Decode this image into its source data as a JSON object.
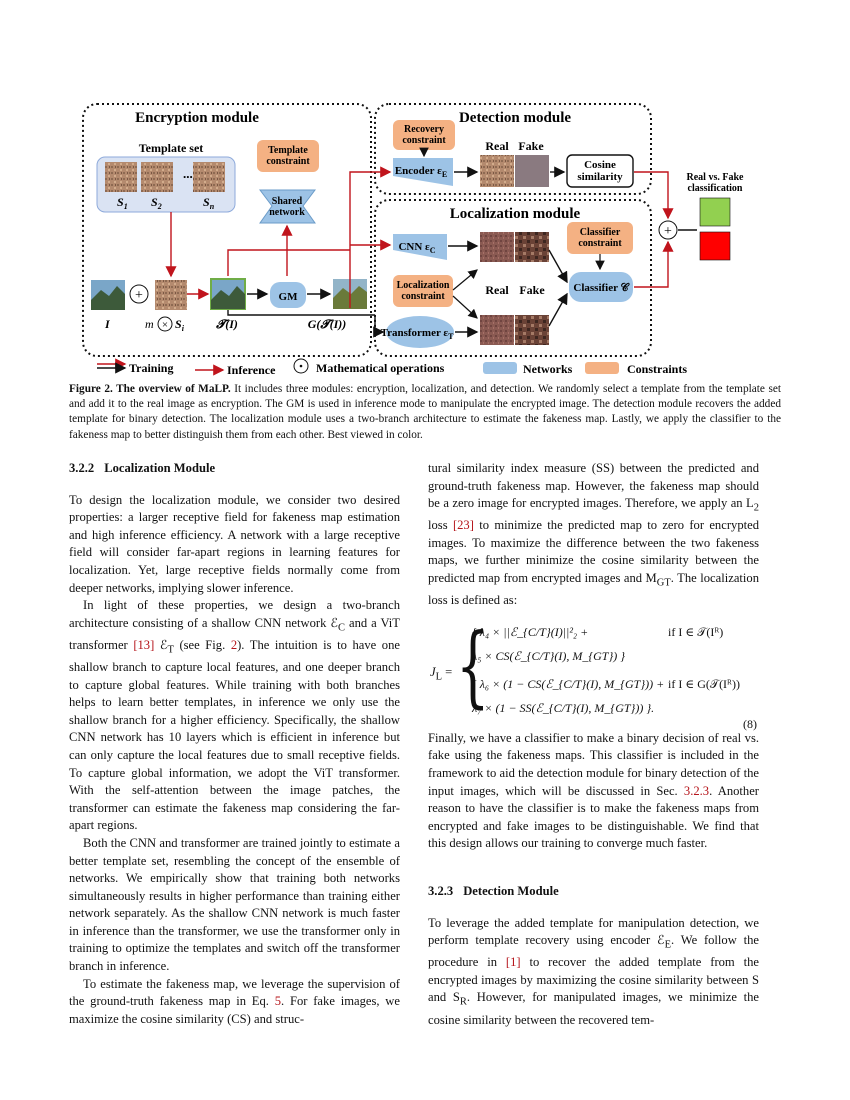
{
  "figure": {
    "encryption_title": "Encryption module",
    "template_set_label": "Template set",
    "template_constraint": [
      "Template",
      "constraint"
    ],
    "s1": "S",
    "s1_sub": "1",
    "s2": "S",
    "s2_sub": "2",
    "sn": "S",
    "sn_sub": "n",
    "dots": "....",
    "shared_network": [
      "Shared",
      "network"
    ],
    "gm": "GM",
    "plus": "+",
    "label_I": "I",
    "label_m": "m",
    "label_times": "×",
    "label_Si": "S",
    "label_Si_sub": "i",
    "label_TI": "𝓣(I)",
    "label_GTI": "G(𝓣(I))",
    "detection_title": "Detection module",
    "recovery_constraint": [
      "Recovery",
      "constraint"
    ],
    "encoder": "Encoder ε",
    "encoder_sub": "E",
    "real": "Real",
    "fake": "Fake",
    "cosine": [
      "Cosine",
      "similarity"
    ],
    "real_vs_fake": [
      "Real vs. Fake",
      "classification"
    ],
    "localization_title": "Localization module",
    "cnn": "CNN ε",
    "cnn_sub": "C",
    "classifier_constraint": [
      "Classifier",
      "constraint"
    ],
    "localization_constraint": [
      "Localization",
      "constraint"
    ],
    "classifier": "Classifier 𝒞",
    "transformer": "Transformer ε",
    "transformer_sub": "T",
    "legend": {
      "training": "Training",
      "inference": "Inference",
      "math_ops": "Mathematical operations",
      "networks": "Networks",
      "constraints": "Constraints"
    },
    "colors": {
      "training_arrow": "#c0141c",
      "network": "#9dc3e6",
      "constraint": "#f4b183",
      "real_box": "#92d050",
      "fake_box": "#ff0000",
      "template_bg": "#dae3f3"
    }
  },
  "caption": {
    "bold": "Figure 2. The overview of MaLP.",
    "text": " It includes three modules: encryption, localization, and detection. We randomly select a template from the template set and add it to the real image as encryption. The GM is used in inference mode to manipulate the encrypted image. The detection module recovers the added template for binary detection. The localization module uses a two-branch architecture to estimate the fakeness map. Lastly, we apply the classifier to the fakeness map to better distinguish them from each other. Best viewed in color."
  },
  "left_col": {
    "section_num": "3.2.2",
    "section_title": "Localization Module",
    "p1": "To design the localization module, we consider two desired properties: a larger receptive field for fakeness map estimation and high inference efficiency. A network with a large receptive field will consider far-apart regions in learning features for localization. Yet, large receptive fields normally come from deeper networks, implying slower inference.",
    "p2a": "In light of these properties, we design a two-branch architecture consisting of a shallow CNN network ℰ",
    "p2a_sub": "C",
    "p2b": " and a ViT transformer ",
    "p2_ref": "[13]",
    "p2c": " ℰ",
    "p2c_sub": "T",
    "p2d": " (see Fig. ",
    "p2_fig": "2",
    "p2e": "). The intuition is to have one shallow branch to capture local features, and one deeper branch to capture global features. While training with both branches helps to learn better templates, in inference we only use the shallow branch for a higher efficiency. Specifically, the shallow CNN network has 10 layers which is efficient in inference but can only capture the local features due to small receptive fields. To capture global information, we adopt the ViT transformer. With the self-attention between the image patches, the transformer can estimate the fakeness map considering the far-apart regions.",
    "p3": "Both the CNN and transformer are trained jointly to estimate a better template set, resembling the concept of the ensemble of networks. We empirically show that training both networks simultaneously results in higher performance than training either network separately. As the shallow CNN network is much faster in inference than the transformer, we use the transformer only in training to optimize the templates and switch off the transformer branch in inference.",
    "p4a": "To estimate the fakeness map, we leverage the supervision of the ground-truth fakeness map in Eq. ",
    "p4_ref": "5",
    "p4b": ". For fake images, we maximize the cosine similarity (CS) and struc-"
  },
  "right_col": {
    "p1a": "tural similarity index measure (SS) between the predicted and ground-truth fakeness map. However, the fakeness map should be a zero image for encrypted images. Therefore, we apply an L",
    "p1a_sub": "2",
    "p1b": " loss ",
    "p1_ref": "[23]",
    "p1c": " to minimize the predicted map to zero for encrypted images. To maximize the difference between the two fakeness maps, we further minimize the cosine similarity between the predicted map from encrypted images and M",
    "p1c_sub": "GT",
    "p1d": ". The localization loss is defined as:",
    "eq_label": "J",
    "eq_label_sub": "L",
    "eq_eq": " =",
    "eq_row1": "{ λ₄ × ||ℰ_{C/T}(I)||²₂ +",
    "eq_row2": "λ₅ × CS(ℰ_{C/T}(I), M_{GT}) }",
    "eq_row3": "{ λ₆ × (1 − CS(ℰ_{C/T}(I), M_{GT})) +",
    "eq_row4": "λ₇ × (1 − SS(ℰ_{C/T}(I), M_{GT})) }.",
    "eq_cond1": "if I ∈ 𝒯(Iᴿ)",
    "eq_cond2": "if I ∈ G(𝒯(Iᴿ))",
    "eq_num": "(8)",
    "p2a": "Finally, we have a classifier to make a binary decision of real vs. fake using the fakeness maps. This classifier is included in the framework to aid the detection module for binary detection of the input images, which will be discussed in Sec. ",
    "p2_ref": "3.2.3",
    "p2b": ". Another reason to have the classifier is to make the fakeness maps from encrypted and fake images to be distinguishable. We find that this design allows our training to converge much faster.",
    "section_num": "3.2.3",
    "section_title": "Detection Module",
    "p3a": "To leverage the added template for manipulation detection, we perform template recovery using encoder ℰ",
    "p3a_sub": "E",
    "p3b": ". We follow the procedure in ",
    "p3_ref": "[1]",
    "p3c": " to recover the added template from the encrypted images by maximizing the cosine similarity between S and S",
    "p3c_sub": "R",
    "p3d": ". However, for manipulated images, we minimize the cosine similarity between the recovered tem-"
  }
}
